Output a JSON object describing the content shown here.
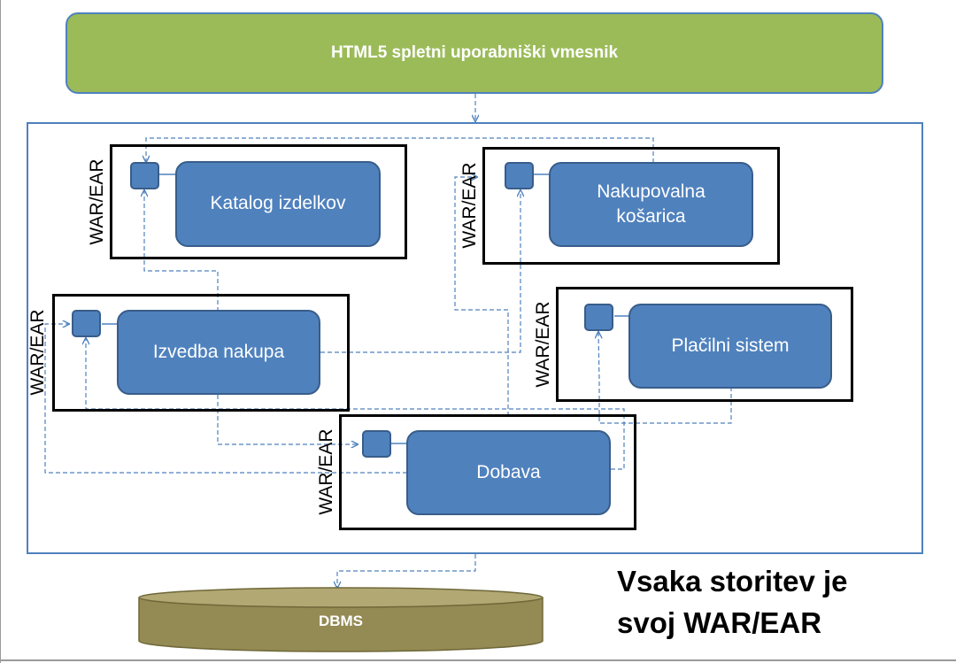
{
  "ui_layer": {
    "label": "HTML5 spletni uporabniški vmesnik",
    "color": "#9bbb59"
  },
  "package_label": "WAR/EAR",
  "services": [
    {
      "id": "katalog",
      "label": "Katalog izdelkov"
    },
    {
      "id": "kosarica",
      "line1": "Nakupovalna",
      "line2": "košarica"
    },
    {
      "id": "izvedba",
      "label": "Izvedba nakupa"
    },
    {
      "id": "placilni",
      "label": "Plačilni sistem"
    },
    {
      "id": "dobava",
      "label": "Dobava"
    }
  ],
  "database": {
    "label": "DBMS",
    "color": "#948a54"
  },
  "caption": {
    "line1": "Vsaka storitev je",
    "line2": "svoj WAR/EAR"
  },
  "colors": {
    "service": "#4f81bd",
    "service_border": "#385d8a",
    "connector": "#4f81bd"
  }
}
